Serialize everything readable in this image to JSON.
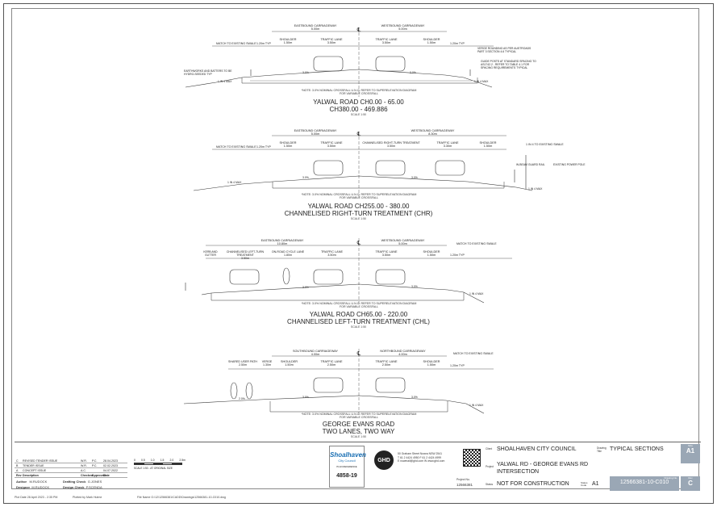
{
  "sections": [
    {
      "id": "s1",
      "title1": "YALWAL ROAD CH0.00 - 65.00",
      "title2": "CH380.00 - 469.886",
      "scale": "SCALE 1:50",
      "note": "*NOTE: 3.0% NOMINAL CROSSFALL U.N.O. REFER TO SUPERELEVATION DIAGRAM FOR VARIABLE CROSSFALL",
      "carriageways": [
        "EASTBOUND CARRIAGEWAY",
        "WESTBOUND CARRIAGEWAY"
      ],
      "carriageway_widths": [
        "5.00m",
        "5.00m"
      ],
      "lanes": [
        "SHOULDER",
        "TRAFFIC LANE",
        "TRAFFIC LANE",
        "SHOULDER"
      ],
      "lane_widths": [
        "1.50m",
        "3.50m",
        "3.50m",
        "1.50m"
      ],
      "side_labels": [
        "MATCH TO EXISTING SWALE",
        "1.20m TYP",
        "1.20m TYP"
      ],
      "callouts": [
        "VERGE ROUNDING AS PER AUSTROADS PART 3 SECTION 4.6 TYPICAL",
        "GUIDE POSTS AT STANDARD SPACING TO AS1742.2 - REFER TO TABLE 4.1 FOR SPACING REQUIREMENTS TYPICAL",
        "EARTHWORKS AND BATTERS TO BE HYDRO-SEEDED TYP"
      ],
      "slopes": [
        "1 IN 4 MAX",
        "1 IN 4 MAX"
      ],
      "falls": [
        "3.0%",
        "3.0%"
      ]
    },
    {
      "id": "s2",
      "title1": "YALWAL ROAD CH255.00 - 380.00",
      "title2": "CHANNELISED RIGHT-TURN TREATMENT (CHR)",
      "scale": "SCALE 1:50",
      "note": "*NOTE: 3.0% NOMINAL CROSSFALL U.N.O. REFER TO SUPERELEVATION DIAGRAM FOR VARIABLE CROSSFALL",
      "carriageways": [
        "EASTBOUND CARRIAGEWAY",
        "WESTBOUND CARRIAGEWAY"
      ],
      "carriageway_widths": [
        "5.00m",
        "8.30m"
      ],
      "lanes": [
        "SHOULDER",
        "TRAFFIC LANE",
        "CHANNELISED RIGHT-TURN TREATMENT",
        "TRAFFIC LANE",
        "SHOULDER"
      ],
      "lane_widths": [
        "1.50m",
        "3.50m",
        "3.50m",
        "3.30m",
        "1.50m"
      ],
      "side_labels": [
        "MATCH TO EXISTING SWALE",
        "1.20m TYP",
        "1 IN 4 TO EXISTING SWALE"
      ],
      "callouts": [
        "W-BEAM GUARD RAIL",
        "EXISTING POWER POLE"
      ],
      "slopes": [
        "1 IN 4 MAX",
        "1 IN 4 MAX"
      ],
      "falls": [
        "3.0%",
        "3.0%"
      ]
    },
    {
      "id": "s3",
      "title1": "YALWAL ROAD CH65.00 - 220.00",
      "title2": "CHANNELISED LEFT-TURN TREATMENT (CHL)",
      "scale": "SCALE 1:50",
      "note": "*NOTE: 3.0% NOMINAL CROSSFALL U.N.O. REFER TO SUPERELEVATION DIAGRAM FOR VARIABLE CROSSFALL",
      "carriageways": [
        "EASTBOUND CARRIAGEWAY",
        "WESTBOUND CARRIAGEWAY"
      ],
      "carriageway_widths": [
        "10.80m",
        "5.00m"
      ],
      "lanes": [
        "KERB AND GUTTER",
        "CHANNELISED LEFT-TURN TREATMENT",
        "ON-ROAD CYCLE LANE",
        "TRAFFIC LANE",
        "TRAFFIC LANE",
        "SHOULDER"
      ],
      "lane_widths": [
        "",
        "3.50m",
        "1.80m",
        "3.50m",
        "3.50m",
        "1.50m"
      ],
      "side_labels": [
        "MATCH TO EXISTING SWALE",
        "1.20m TYP"
      ],
      "callouts": [],
      "slopes": [
        "1 IN 4 MAX"
      ],
      "falls": [
        "3.0%",
        "3.0%"
      ]
    },
    {
      "id": "s4",
      "title1": "GEORGE EVANS ROAD",
      "title2": "TWO LANES, TWO WAY",
      "scale": "SCALE 1:50",
      "note": "*NOTE: 3.0% NOMINAL CROSSFALL U.N.O. REFER TO SUPERELEVATION DIAGRAM FOR VARIABLE CROSSFALL",
      "carriageways": [
        "SOUTHBOUND CARRIAGEWAY",
        "NORTHBOUND CARRIAGEWAY"
      ],
      "carriageway_widths": [
        "4.00m",
        "4.00m"
      ],
      "lanes": [
        "SHARED USER PATH",
        "VERGE",
        "SHOULDER",
        "TRAFFIC LANE",
        "TRAFFIC LANE",
        "SHOULDER"
      ],
      "lane_widths": [
        "2.50m",
        "1.30m",
        "1.50m",
        "2.50m",
        "2.50m",
        "1.50m"
      ],
      "side_labels": [
        "MATCH TO EXISTING SWALE",
        "1.20m TYP"
      ],
      "callouts": [],
      "slopes": [
        "1 IN 4 MAX"
      ],
      "falls": [
        "2.0%",
        "3.0%",
        "3.0%"
      ]
    }
  ],
  "title_block": {
    "revisions": [
      {
        "rev": "C",
        "desc": "REVISED TENDER ISSUE",
        "checked": "W.R.",
        "approved": "P.C.",
        "date": "28.04.2023"
      },
      {
        "rev": "B",
        "desc": "TENDER ISSUE",
        "checked": "W.R.",
        "approved": "P.C.",
        "date": "02.02.2023"
      },
      {
        "rev": "A",
        "desc": "CONCEPT ISSUE",
        "checked": "A.C.",
        "approved": "",
        "date": "04.07.2022"
      }
    ],
    "rev_headers": [
      "Rev",
      "Description",
      "Checked",
      "Approved",
      "Date"
    ],
    "author_label": "Author",
    "author": "M.RUDOCK",
    "designer_label": "Designer",
    "designer": "M.RUDOCK",
    "drafting_check_label": "Drafting Check",
    "drafting_check": "G.JONES",
    "design_check_label": "Design Check",
    "design_check": "P.SCENDA",
    "scale_bar_ticks": [
      "0",
      "0.5",
      "1.0",
      "1.5",
      "2.0",
      "2.5m"
    ],
    "scale_bar_label": "SCALE 1:50 - AT ORIGINAL SIZE",
    "council_name": "Shoalhaven",
    "council_sub": "City Council",
    "plan_ref_label": "PLAN REFERENCE",
    "plan_ref": "4858-19",
    "consultant": "GHD",
    "consultant_address": "50 Graham Street Nowra NSW 2541",
    "consultant_contact": "T 61 2 4424 4950 F 61 2 4424 4999",
    "consultant_email": "E nowmail@ghd.com   W www.ghd.com",
    "project_no_label": "Project No.",
    "project_no": "12566381",
    "client_label": "Client",
    "client": "SHOALHAVEN CITY COUNCIL",
    "project_label": "Project",
    "project_line1": "YALWAL RD - GEORGE EVANS RD",
    "project_line2": "INTERSECTION",
    "status_label": "Status",
    "status": "NOT FOR CONSTRUCTION",
    "status_code_label": "Status Code",
    "status_code": "A1",
    "drawing_title_label": "Drawing Title",
    "drawing_title": "TYPICAL SECTIONS",
    "size_label": "Size",
    "size": "A1",
    "drawing_no_label": "Drawing No.",
    "drawing_no": "12566381-10-C010",
    "rev_label": "Rev",
    "rev": "C"
  },
  "footer": {
    "plot_date": "Plot Date   28 April 2023 - 2:35 PM",
    "plotted_by": "Plotted by   Mark Hulme",
    "file_name": "File Name   G:\\12\\12566381\\CADD\\Drawings\\12566381-10-C010.dwg"
  }
}
